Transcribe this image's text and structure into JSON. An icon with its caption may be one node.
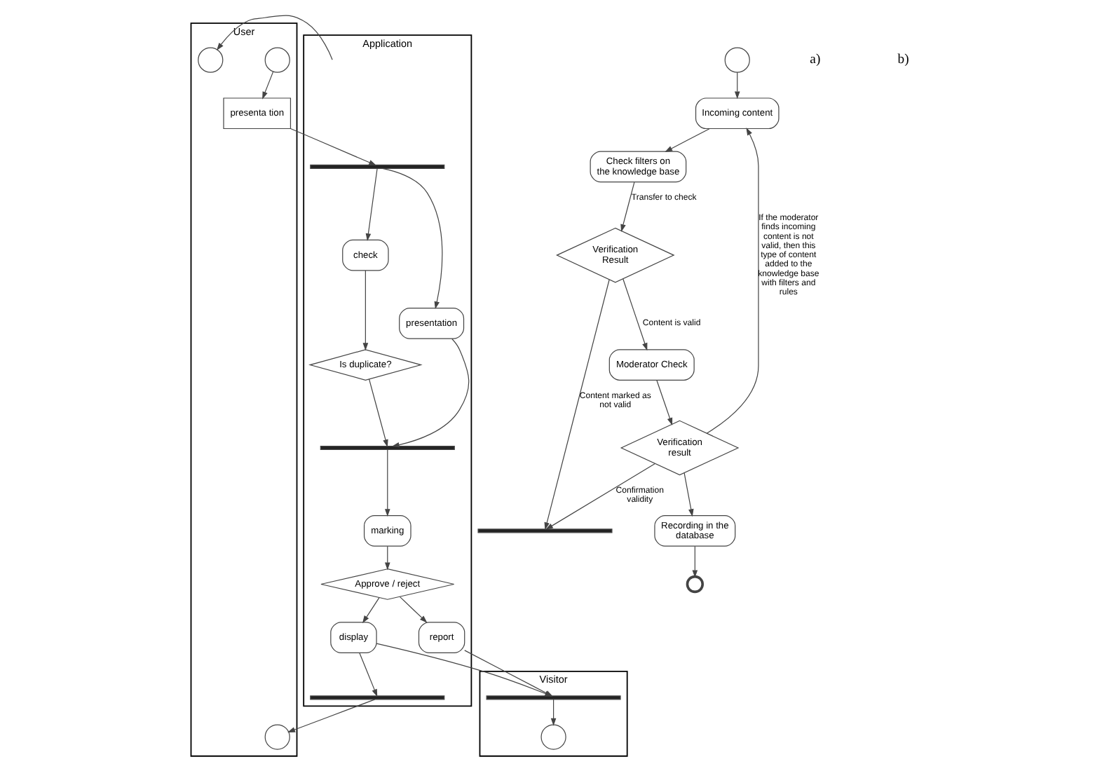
{
  "diagram": {
    "nodes": [
      {
        "text": [
          "User"
        ]
      },
      {
        "text": [
          "Application"
        ]
      },
      {
        "text": [
          "Visitor"
        ]
      },
      {
        "text": [],
        "shape": "circle",
        "in": 0
      },
      {
        "text": [
          "presenta tion"
        ],
        "in": 0
      },
      {
        "text": [],
        "shape": "bar",
        "in": 1
      },
      {
        "text": [
          "check"
        ],
        "in": 1
      },
      {
        "text": [
          "presentation"
        ],
        "in": 1
      },
      {
        "text": [
          "Is duplicate?"
        ],
        "in": 1
      },
      {
        "text": [],
        "shape": "bar",
        "in": 1
      },
      {
        "text": [],
        "shape": "circle",
        "in": 0
      },
      {
        "text": [
          "marking"
        ],
        "in": 1
      },
      {
        "text": [
          "Approve / reject"
        ],
        "in": 1
      },
      {
        "text": [
          "display"
        ],
        "in": 1
      },
      {
        "text": [
          "report"
        ],
        "in": 1
      },
      {
        "text": [],
        "shape": "bar",
        "in": 1
      },
      {
        "text": [],
        "shape": "bar",
        "in": 2
      },
      {
        "text": [],
        "shape": "circle",
        "in": 0
      },
      {
        "text": [],
        "shape": "circle",
        "in": 2
      },
      {
        "text": [],
        "shape": "circle"
      },
      {
        "text": [
          "Incoming content"
        ]
      },
      {
        "text": [
          "Check filters on the knowledge base"
        ]
      },
      {
        "text": [
          "Verification Result"
        ]
      },
      {
        "text": [
          "Moderator Check"
        ]
      },
      {
        "text": [
          "Verification result"
        ]
      },
      {
        "text": [],
        "shape": "bar"
      },
      {
        "text": [
          "Recording in the database"
        ]
      },
      {
        "text": [],
        "shape": "circle"
      }
    ],
    "edges": [
      {
        "from": 3,
        "to": 4,
        "arrow": "to"
      },
      {
        "from": 4,
        "to": 5,
        "arrow": "to"
      },
      {
        "from": 5,
        "to": 6,
        "arrow": "to"
      },
      {
        "from": 5,
        "to": 7,
        "arrow": "to"
      },
      {
        "from": 6,
        "to": 8,
        "arrow": "to"
      },
      {
        "from": 8,
        "to": 9,
        "arrow": "to"
      },
      {
        "from": 7,
        "to": 9,
        "arrow": "to"
      },
      {
        "from": null,
        "to": 10,
        "arrow": "to"
      },
      {
        "from": 9,
        "to": 11,
        "arrow": "to"
      },
      {
        "from": 11,
        "to": 12,
        "arrow": "to"
      },
      {
        "from": 12,
        "to": 13,
        "arrow": "to"
      },
      {
        "from": 12,
        "to": 14,
        "arrow": "to"
      },
      {
        "from": 13,
        "to": 15,
        "arrow": "to"
      },
      {
        "from": 13,
        "to": 16,
        "arrow": "to"
      },
      {
        "from": 14,
        "to": 16,
        "arrow": "to"
      },
      {
        "from": 15,
        "to": 17,
        "arrow": "to"
      },
      {
        "from": 16,
        "to": 18,
        "arrow": "to"
      },
      {
        "from": 19,
        "to": 20,
        "arrow": "to"
      },
      {
        "from": 20,
        "to": 21,
        "arrow": "to"
      },
      {
        "from": 21,
        "to": 22,
        "arrow": "to",
        "label": "Transfer to check"
      },
      {
        "from": 22,
        "to": 23,
        "arrow": "to",
        "label": "Content is valid"
      },
      {
        "from": 22,
        "to": 25,
        "arrow": "to",
        "label": "Content marked as not valid"
      },
      {
        "from": 23,
        "to": 24,
        "arrow": "to"
      },
      {
        "from": 24,
        "to": 20,
        "arrow": "to",
        "label": "If the moderator finds incoming content is not valid, then this type of content added to the knowledge base with filters and rules"
      },
      {
        "from": 24,
        "to": 25,
        "arrow": "to",
        "label": "Confirmation validity"
      },
      {
        "from": 24,
        "to": 26,
        "arrow": "to"
      },
      {
        "from": 26,
        "to": 27,
        "arrow": "to"
      }
    ],
    "labels": [
      "a)",
      "b)"
    ]
  }
}
